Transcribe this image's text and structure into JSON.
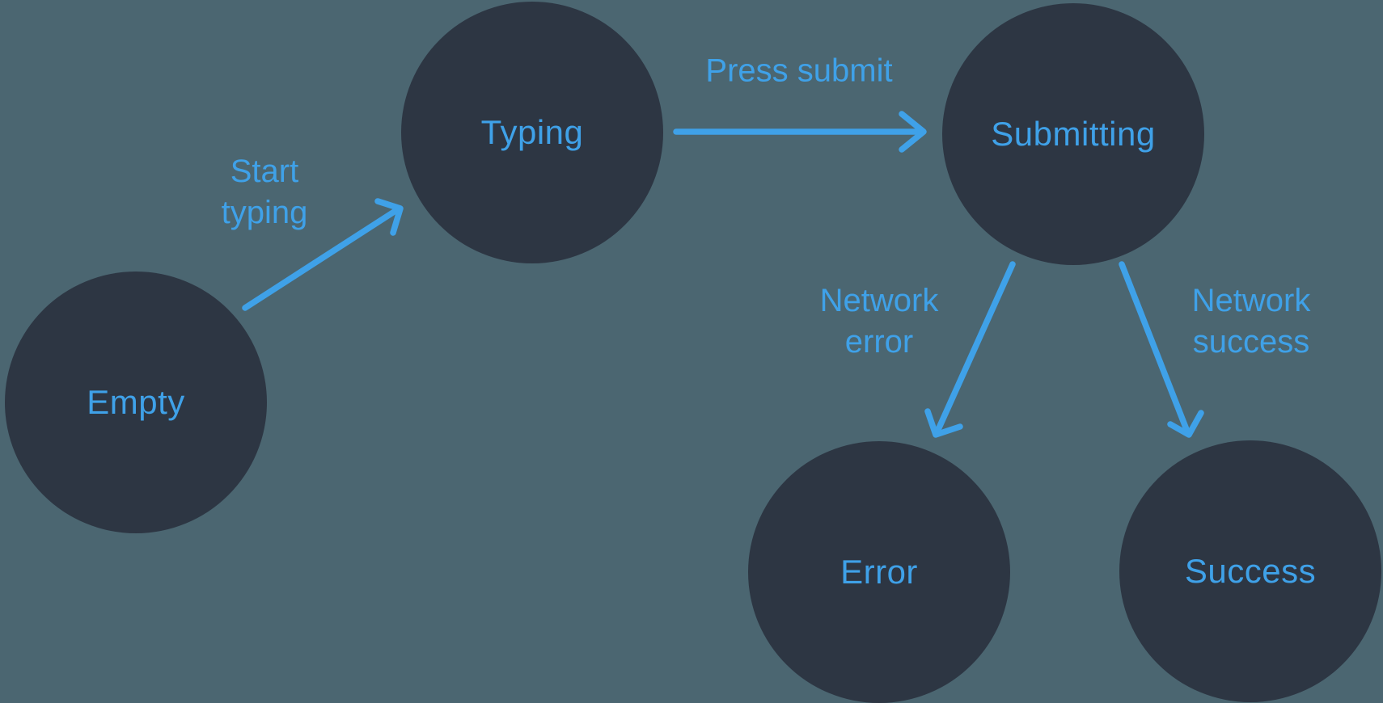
{
  "diagram": {
    "kind": "state-machine",
    "colors": {
      "background": "#4b6671",
      "node_fill": "#2d3643",
      "accent_blue": "#3fa1e8"
    },
    "nodes": [
      {
        "id": "empty",
        "label": "Empty"
      },
      {
        "id": "typing",
        "label": "Typing"
      },
      {
        "id": "submitting",
        "label": "Submitting"
      },
      {
        "id": "error",
        "label": "Error"
      },
      {
        "id": "success",
        "label": "Success"
      }
    ],
    "edges": [
      {
        "id": "start-typing",
        "from": "Empty",
        "to": "Typing",
        "label": "Start typing",
        "lines": [
          "Start",
          "typing"
        ]
      },
      {
        "id": "press-submit",
        "from": "Typing",
        "to": "Submitting",
        "label": "Press submit",
        "lines": [
          "Press submit"
        ]
      },
      {
        "id": "network-error",
        "from": "Submitting",
        "to": "Error",
        "label": "Network error",
        "lines": [
          "Network",
          "error"
        ]
      },
      {
        "id": "network-success",
        "from": "Submitting",
        "to": "Success",
        "label": "Network success",
        "lines": [
          "Network",
          "success"
        ]
      }
    ]
  }
}
